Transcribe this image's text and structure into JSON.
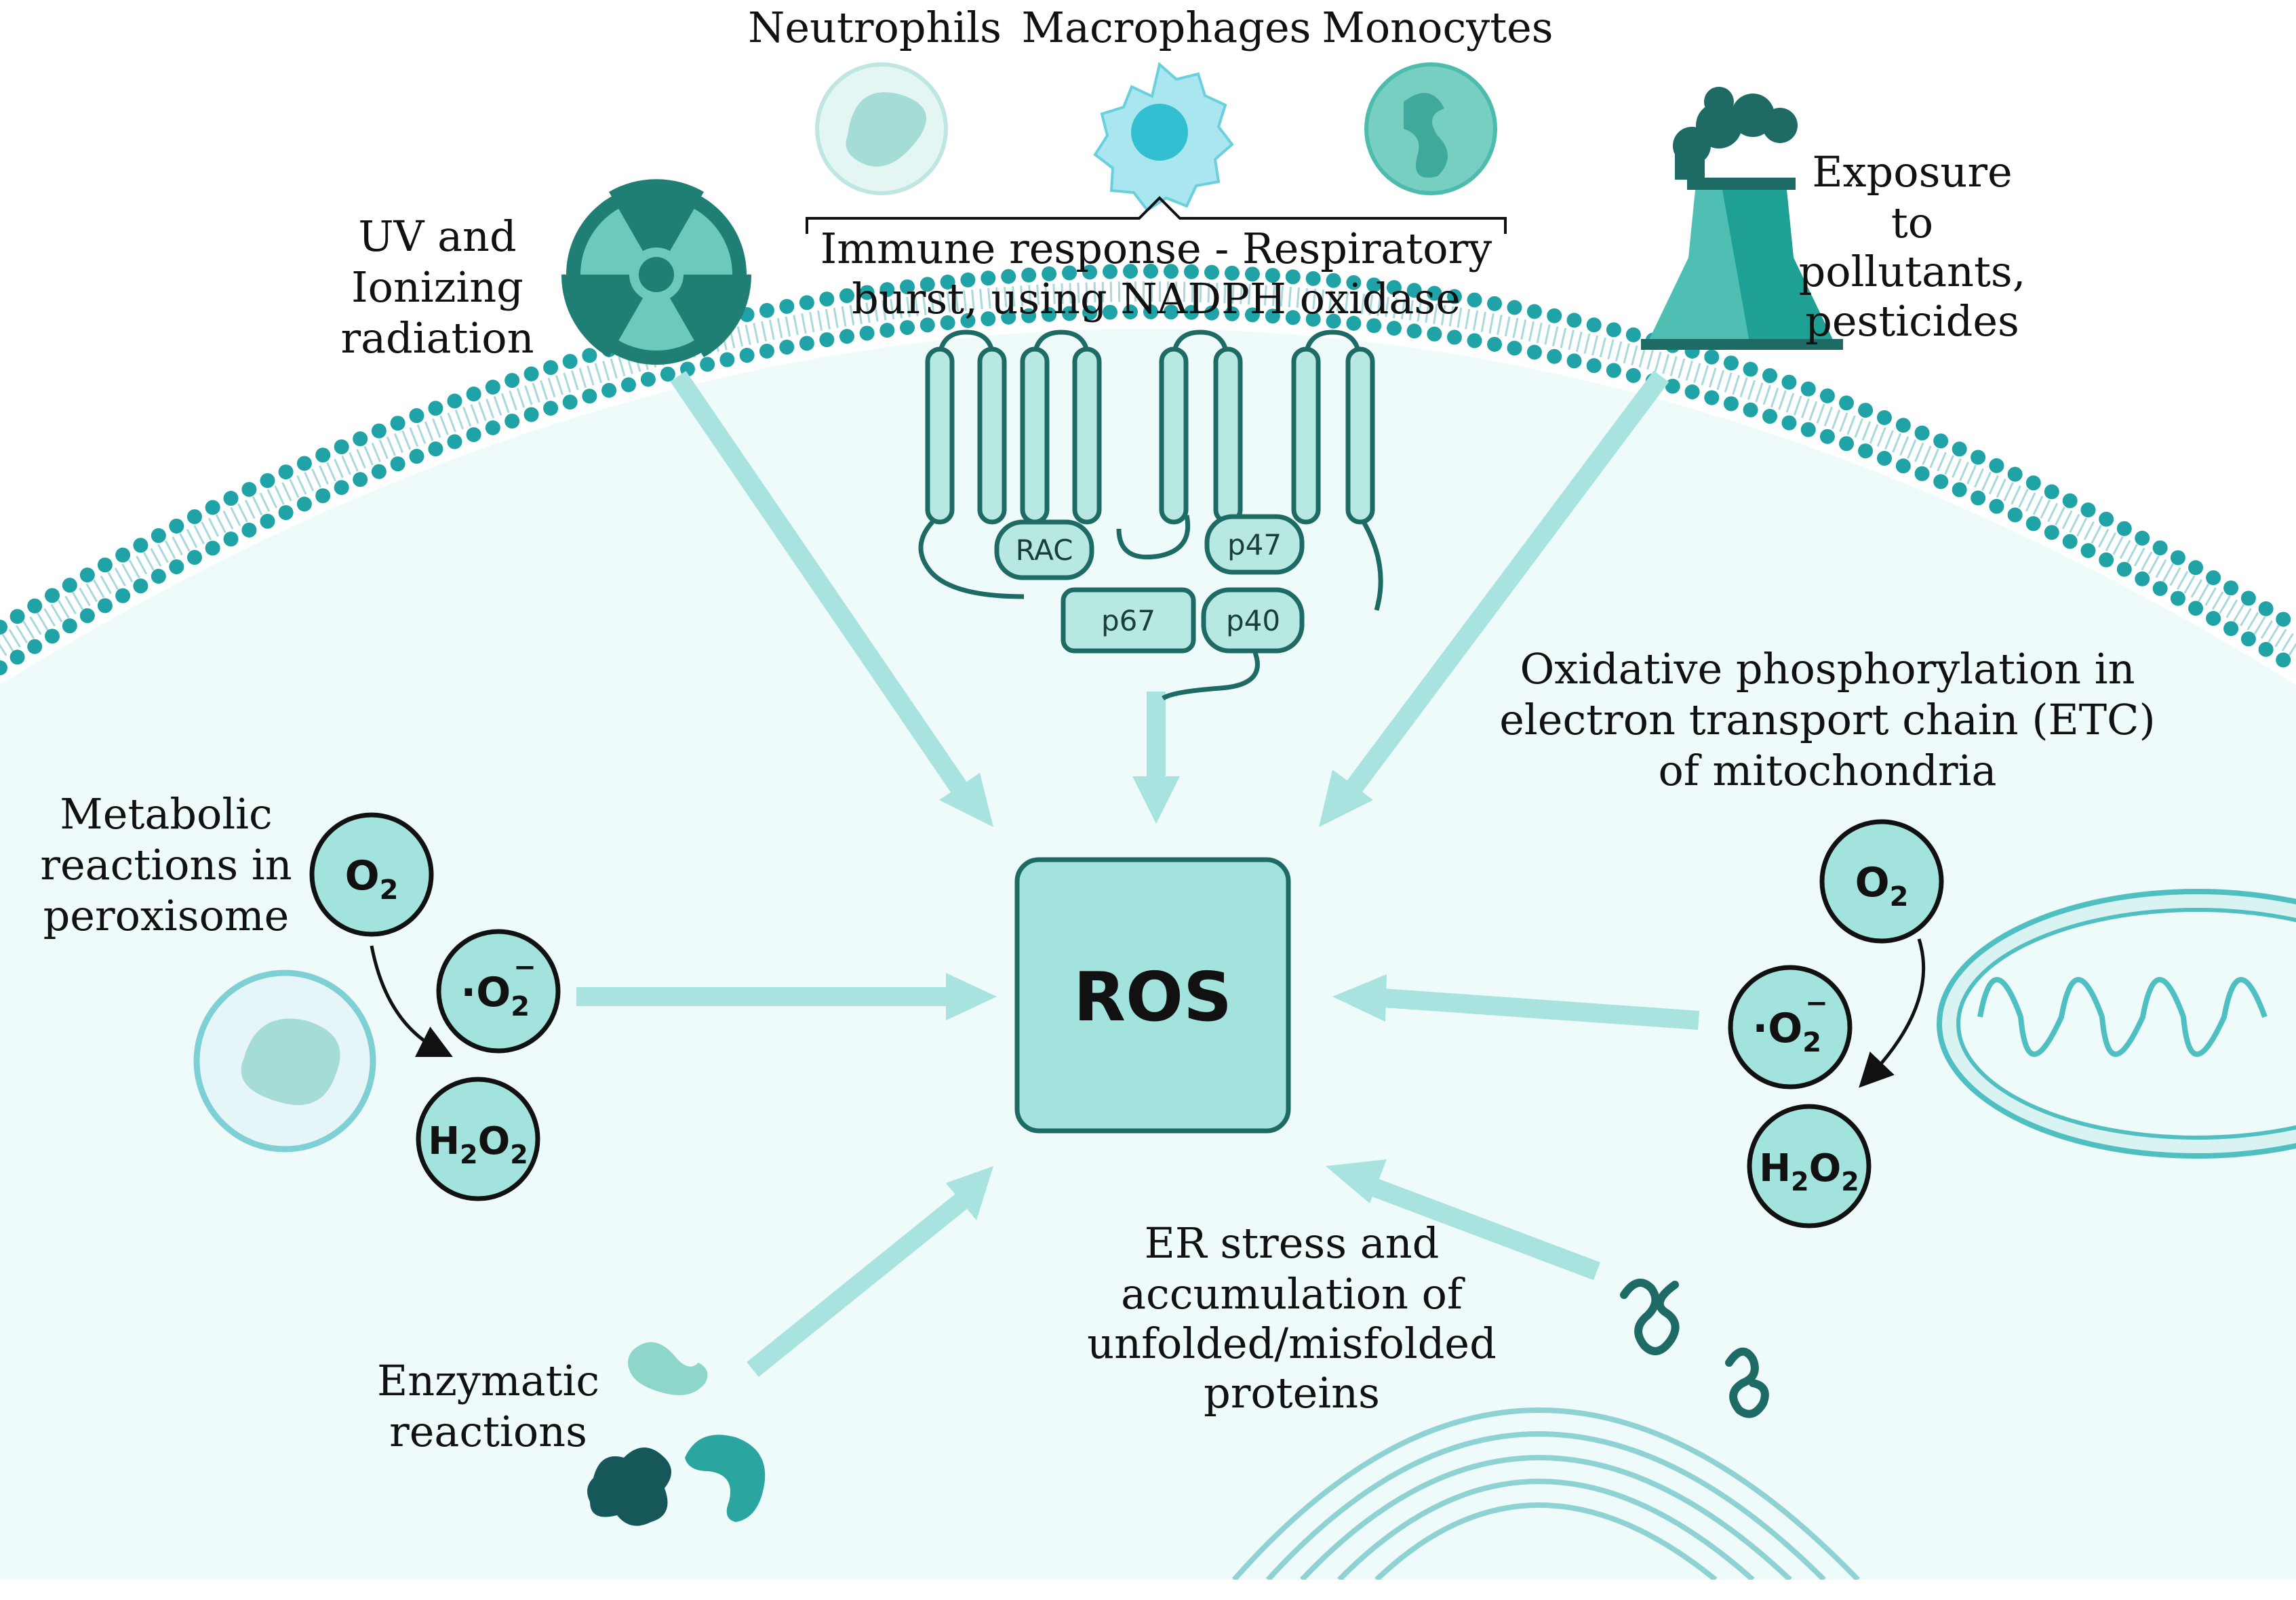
{
  "cells": {
    "neutrophils": "Neutrophils",
    "macrophages": "Macrophages",
    "monocytes": "Monocytes"
  },
  "immune": {
    "line1": "Immune response - Respiratory",
    "line2": "burst, using NADPH oxidase"
  },
  "uv": {
    "line1": "UV and",
    "line2": "Ionizing",
    "line3": "radiation"
  },
  "pollutants": {
    "line1": "Exposure",
    "line2": "to",
    "line3": "pollutants,",
    "line4": "pesticides"
  },
  "nadph_subunits": {
    "rac": "RAC",
    "p47": "p47",
    "p67": "p67",
    "p40": "p40"
  },
  "center": "ROS",
  "peroxisome": {
    "line1": "Metabolic",
    "line2": "reactions in",
    "line3": "peroxisome",
    "o2": "O",
    "o2_sub": "2",
    "sup": "·O",
    "sup_sub": "2",
    "sup_charge": "−",
    "h2o2_a": "H",
    "h2o2_s1": "2",
    "h2o2_b": "O",
    "h2o2_s2": "2"
  },
  "mito": {
    "line1": "Oxidative phosphorylation in",
    "line2": "electron transport chain (ETC)",
    "line3": "of mitochondria",
    "o2": "O",
    "o2_sub": "2",
    "sup": "·O",
    "sup_sub": "2",
    "sup_charge": "−",
    "h2o2_a": "H",
    "h2o2_s1": "2",
    "h2o2_b": "O",
    "h2o2_s2": "2"
  },
  "enzymatic": {
    "line1": "Enzymatic",
    "line2": "reactions"
  },
  "er": {
    "line1": "ER stress and",
    "line2": "accumulation of",
    "line3": "unfolded/misfolded",
    "line4": "proteins"
  },
  "colors": {
    "cytoplasm": "#eefbfa",
    "membrane_dot": "#1fa3a7",
    "arrow": "#a8e3df",
    "ros_fill": "#a3e3dd",
    "molecule_fill": "#a3e3dd",
    "dark_teal": "#1d6b64",
    "protein_fill": "#b7e8e2"
  }
}
